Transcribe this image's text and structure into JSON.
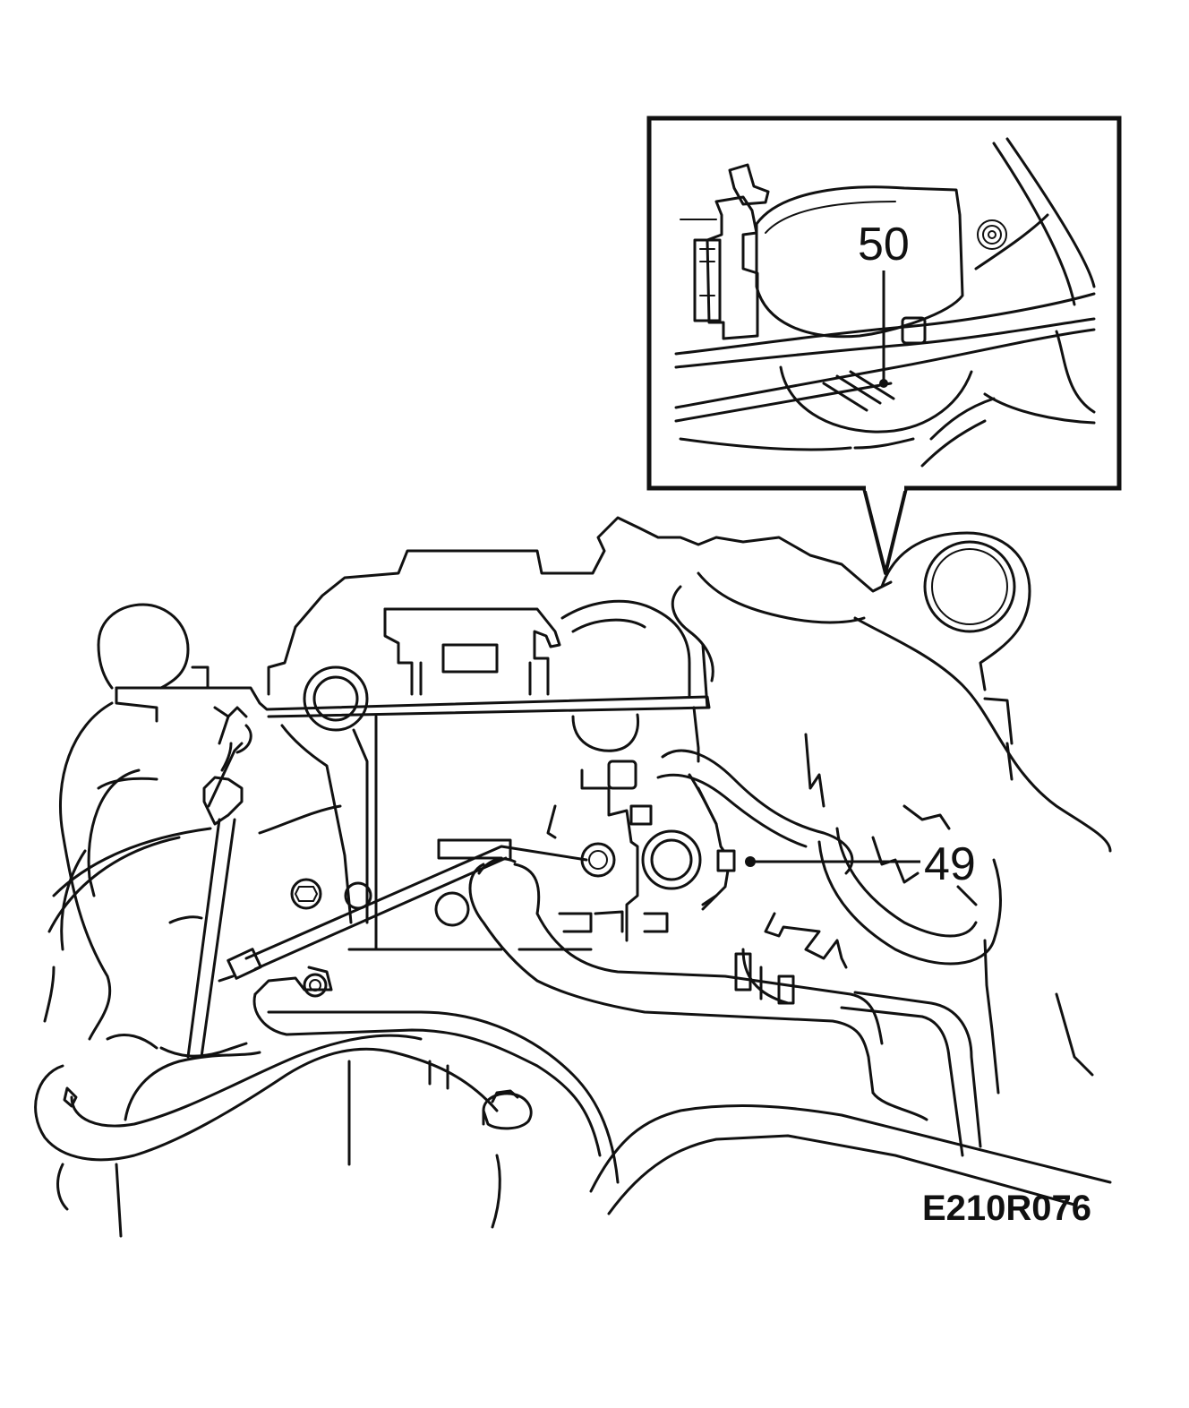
{
  "diagram": {
    "callouts": {
      "callout_50": "50",
      "callout_49": "49"
    },
    "figure_code": "E210R076"
  },
  "colors": {
    "line": "#111111",
    "background": "#ffffff"
  }
}
